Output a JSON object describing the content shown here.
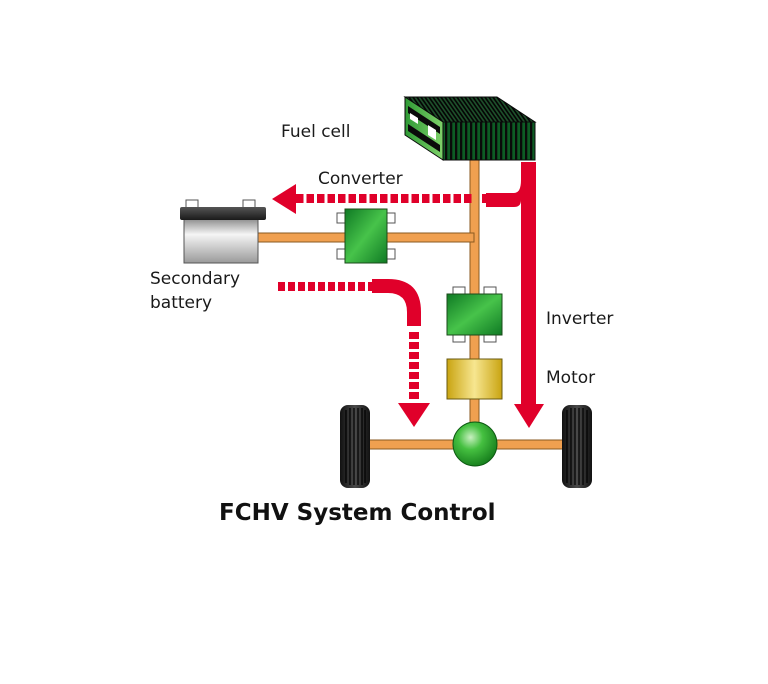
{
  "title": "FCHV System Control",
  "labels": {
    "fuel_cell": "Fuel cell",
    "converter": "Converter",
    "secondary_battery_line1": "Secondary",
    "secondary_battery_line2": "battery",
    "inverter": "Inverter",
    "motor": "Motor"
  },
  "colors": {
    "power_flow_arrow": "#e0002a",
    "wire": "#f0a050",
    "wire_outline": "#8a5a20",
    "component_green": "#22a33a",
    "motor_yellow": "#e8c830",
    "battery_gray": "#c8c8c8",
    "tire": "#1c1c1c"
  },
  "flows": [
    {
      "from": "Fuel cell",
      "to": "Secondary battery",
      "style": "dashed"
    },
    {
      "from": "Fuel cell",
      "to": "Wheels",
      "style": "solid"
    },
    {
      "from": "Secondary battery",
      "to": "Wheels",
      "style": "dashed"
    }
  ]
}
